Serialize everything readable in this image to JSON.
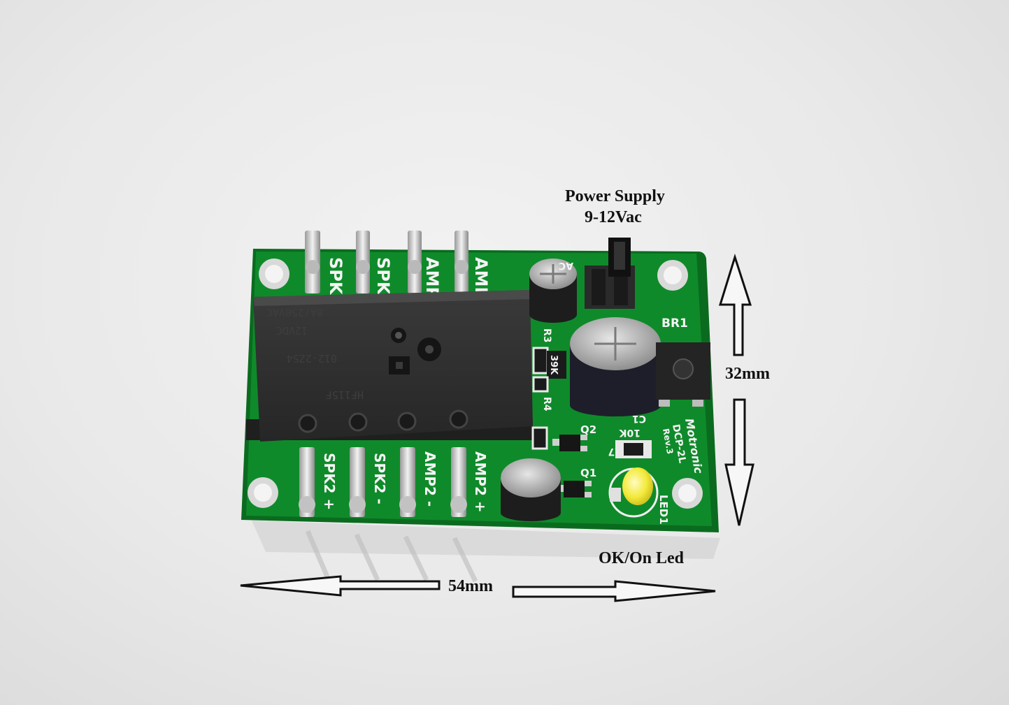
{
  "annotations": {
    "power_supply_title": "Power Supply",
    "power_supply_voltage": "9-12Vac",
    "height_dimension": "32mm",
    "width_dimension": "54mm",
    "led_label": "OK/On Led"
  },
  "board": {
    "silkscreen": {
      "top_headers": [
        "SPK",
        "SPK",
        "AMP",
        "AMP"
      ],
      "bottom_headers": [
        "SPK2 +",
        "SPK2 -",
        "AMP2 -",
        "AMP2 +"
      ],
      "bridge": "BR1",
      "ac_marking": "AC",
      "resistor_39k": "39K",
      "r3": "R3",
      "r4": "R4",
      "q2": "Q2",
      "q1": "Q1",
      "r7": "R7",
      "resistor_10k": "10K",
      "c1": "C1",
      "led_ref": "LED1",
      "brand": "Motronic",
      "model": "DCP-2L",
      "revision": "Rev.3"
    },
    "relay_markings": [
      "8A/250VAC",
      "12VDC",
      "012-2ZS4",
      "HF115F"
    ],
    "colors": {
      "pcb": "#0f8a2a",
      "pcb_edge": "#0a6b1f",
      "relay": "#2c2c2c",
      "led": "#f3ea3a"
    }
  }
}
